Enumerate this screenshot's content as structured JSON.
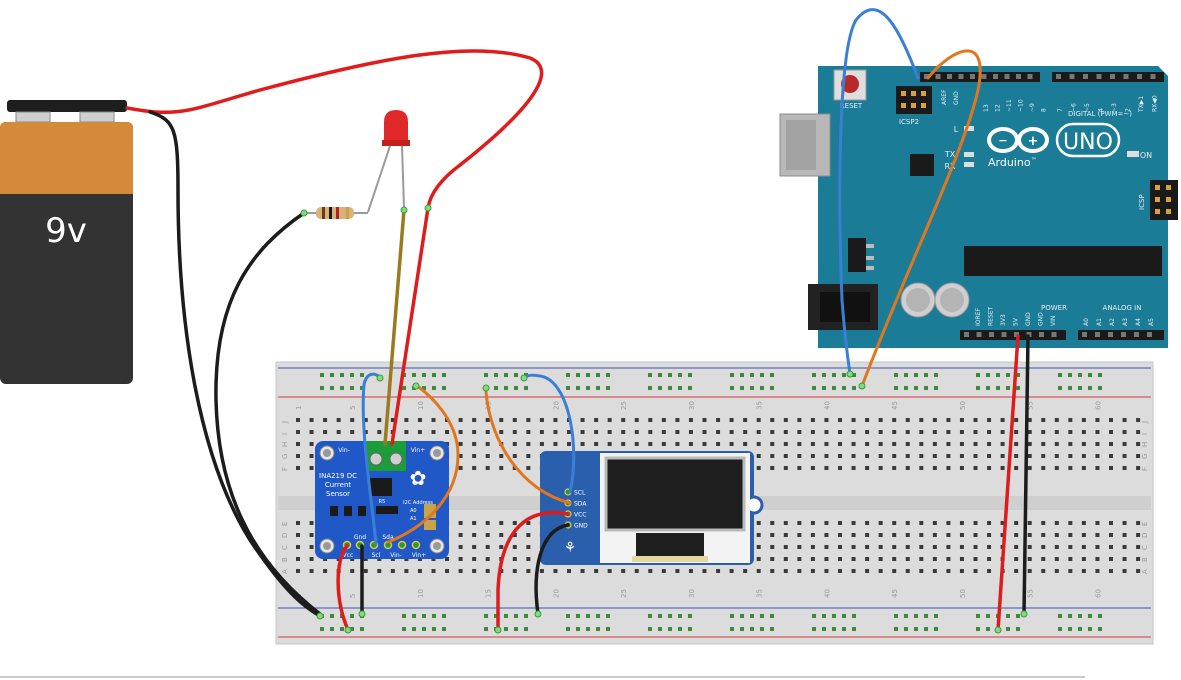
{
  "battery": {
    "label": "9v"
  },
  "arduino": {
    "reset_label": "RESET",
    "icsp2_label": "ICSP2",
    "icsp_label": "ICSP",
    "brand": "Arduino",
    "tm": "™",
    "model": "UNO",
    "on_label": "ON",
    "l_label": "L",
    "tx_label": "TX",
    "rx_label": "RX",
    "digital_label": "DIGITAL (PWM=~)",
    "power_label": "POWER",
    "analog_label": "ANALOG IN",
    "aref_label": "AREF",
    "gnd_label": "GND",
    "digital_pins": [
      "13",
      "12",
      "~11",
      "~10",
      "~9",
      "8",
      "7",
      "~6",
      "~5",
      "4",
      "~3",
      "2",
      "TX▶1",
      "RX◀0"
    ],
    "power_pins": [
      "IOREF",
      "RESET",
      "3V3",
      "5V",
      "GND",
      "GND",
      "VIN"
    ],
    "analog_pins": [
      "A0",
      "A1",
      "A2",
      "A3",
      "A4",
      "A5"
    ]
  },
  "sensor": {
    "title_line1": "INA219 DC",
    "title_line2": "Current",
    "title_line3": "Sensor",
    "vin_minus": "Vin-",
    "vin_plus": "Vin+",
    "i2c_address": "I2C Address",
    "a0": "A0",
    "a1": "A1",
    "gnd": "Gnd",
    "sda": "Sda",
    "vcc": "Vcc",
    "scl": "Scl",
    "bottom_vin_minus": "Vin-",
    "bottom_vin_plus": "Vin+",
    "r_label": "R5"
  },
  "oled": {
    "pins": [
      "SCL",
      "SDA",
      "VCC",
      "GND"
    ]
  },
  "breadboard": {
    "column_numbers": [
      "1",
      "5",
      "10",
      "15",
      "20",
      "25",
      "30",
      "35",
      "40",
      "45",
      "50",
      "55",
      "60"
    ],
    "row_letters_top": [
      "J",
      "I",
      "H",
      "G",
      "F"
    ],
    "row_letters_bottom": [
      "E",
      "D",
      "C",
      "B",
      "A"
    ]
  },
  "colors": {
    "wire_red": "#e01b1b",
    "wire_black": "#1c1c1c",
    "wire_blue": "#3a7fd5",
    "wire_orange": "#e0771e",
    "wire_olive": "#9a7a1e",
    "arduino_board": "#1b7c98",
    "sensor_board": "#2058c8",
    "oled_board": "#2a5fae",
    "battery_orange": "#d5893a",
    "battery_dark": "#333333"
  }
}
